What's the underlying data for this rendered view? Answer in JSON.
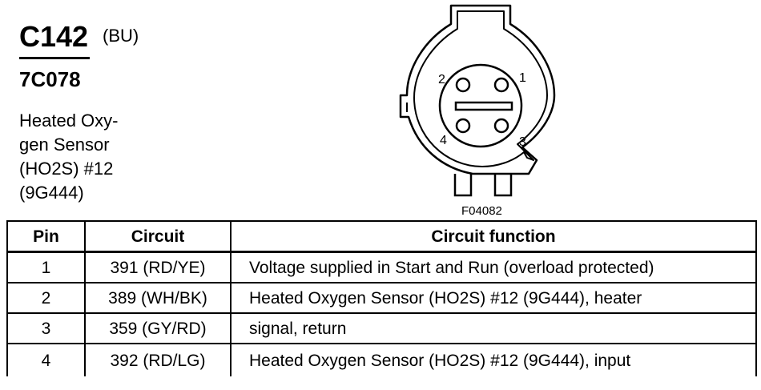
{
  "connector": {
    "id": "C142",
    "color_code": "(BU)",
    "part_number": "7C078",
    "description_lines": [
      "Heated Oxy-",
      "gen Sensor",
      "(HO2S) #12",
      "(9G444)"
    ]
  },
  "diagram": {
    "figure_id": "F04082",
    "pin_labels": [
      "1",
      "2",
      "3",
      "4"
    ]
  },
  "table": {
    "headers": {
      "pin": "Pin",
      "circuit": "Circuit",
      "function": "Circuit function"
    },
    "rows": [
      {
        "pin": "1",
        "circuit": "391 (RD/YE)",
        "function": "Voltage supplied in Start and Run (overload protected)"
      },
      {
        "pin": "2",
        "circuit": "389 (WH/BK)",
        "function": "Heated Oxygen Sensor (HO2S) #12 (9G444), heater"
      },
      {
        "pin": "3",
        "circuit": "359 (GY/RD)",
        "function": "signal, return"
      },
      {
        "pin": "4",
        "circuit": "392 (RD/LG)",
        "function": "Heated Oxygen Sensor (HO2S) #12 (9G444), input"
      }
    ]
  }
}
